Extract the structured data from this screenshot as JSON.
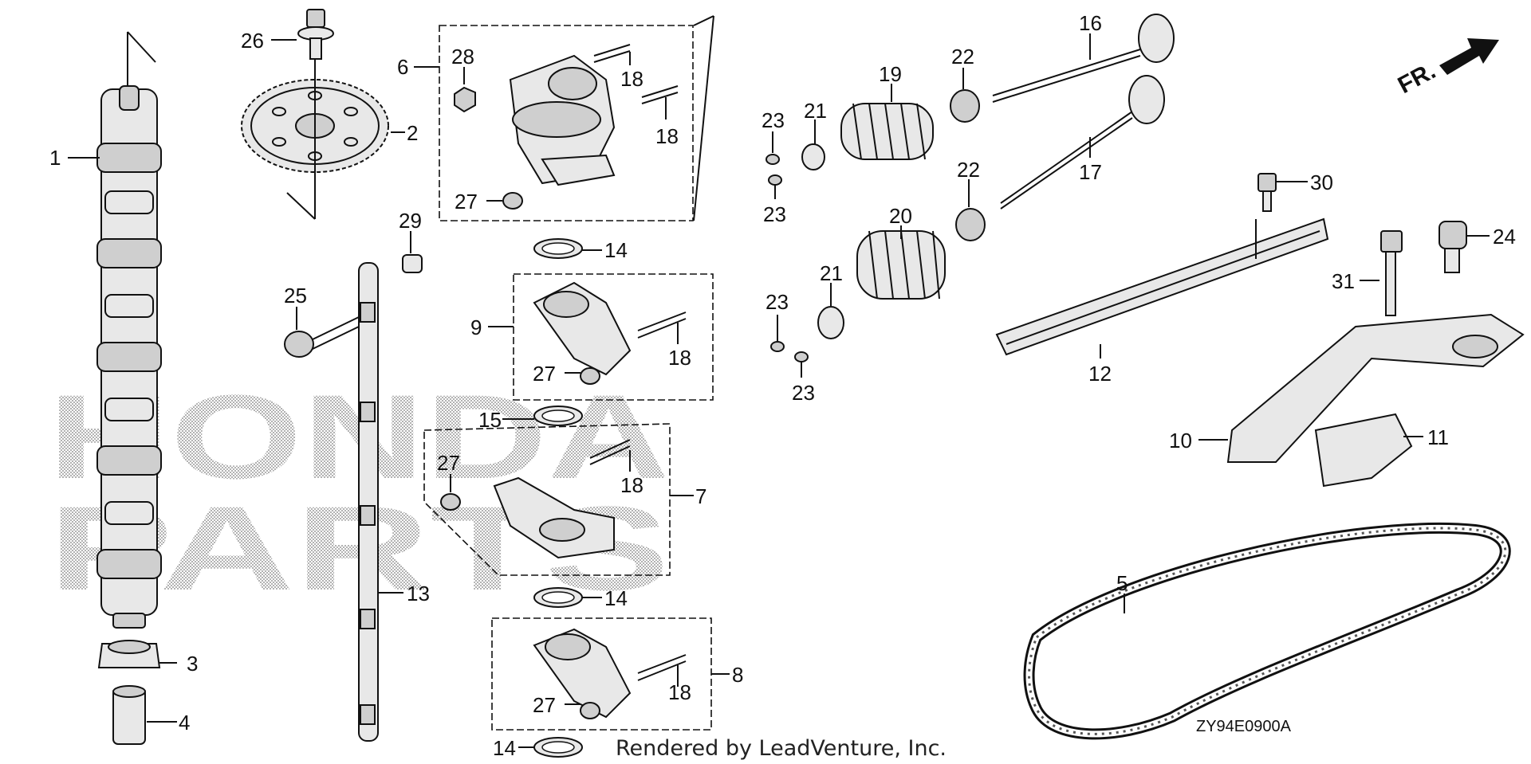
{
  "watermark": [
    "HONDA",
    "PARTS"
  ],
  "direction_label": "FR.",
  "diagram_code": "ZY94E0900A",
  "credit": "Rendered by LeadVenture, Inc.",
  "callouts": [
    "1",
    "2",
    "3",
    "4",
    "5",
    "6",
    "7",
    "8",
    "9",
    "10",
    "11",
    "12",
    "13",
    "14",
    "14",
    "14",
    "15",
    "16",
    "17",
    "18",
    "18",
    "18",
    "18",
    "18",
    "19",
    "20",
    "21",
    "21",
    "22",
    "22",
    "23",
    "23",
    "23",
    "23",
    "24",
    "25",
    "26",
    "27",
    "27",
    "27",
    "27",
    "28",
    "29",
    "30",
    "31"
  ]
}
